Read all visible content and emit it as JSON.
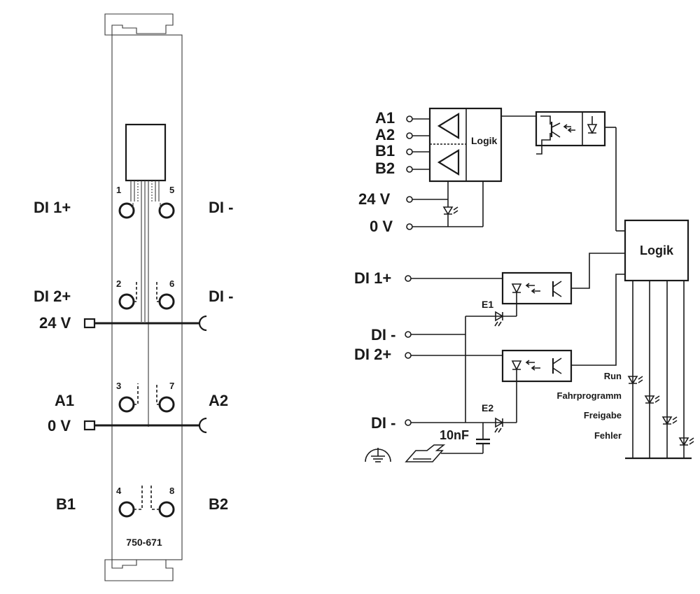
{
  "module": {
    "part_number": "750-671",
    "left_labels": {
      "di1_plus": "DI 1+",
      "di2_plus": "DI 2+",
      "v24": "24 V",
      "a1": "A1",
      "v0": "0 V",
      "b1": "B1"
    },
    "right_labels": {
      "di_minus_1": "DI -",
      "di_minus_2": "DI -",
      "a2": "A2",
      "b2": "B2"
    },
    "terminals": [
      "1",
      "2",
      "3",
      "4",
      "5",
      "6",
      "7",
      "8"
    ]
  },
  "schematic": {
    "inputs": {
      "a1": "A1",
      "a2": "A2",
      "b1": "B1",
      "b2": "B2",
      "v24": "24 V",
      "v0": "0 V",
      "di1_plus": "DI 1+",
      "di_minus_1": "DI -",
      "di2_plus": "DI 2+",
      "di_minus_2": "DI -"
    },
    "logic_small": "Logik",
    "logic_big": "Logik",
    "e1": "E1",
    "e2": "E2",
    "capacitor": "10nF",
    "leds": [
      "Run",
      "Fahrprogramm",
      "Freigabe",
      "Fehler"
    ]
  }
}
